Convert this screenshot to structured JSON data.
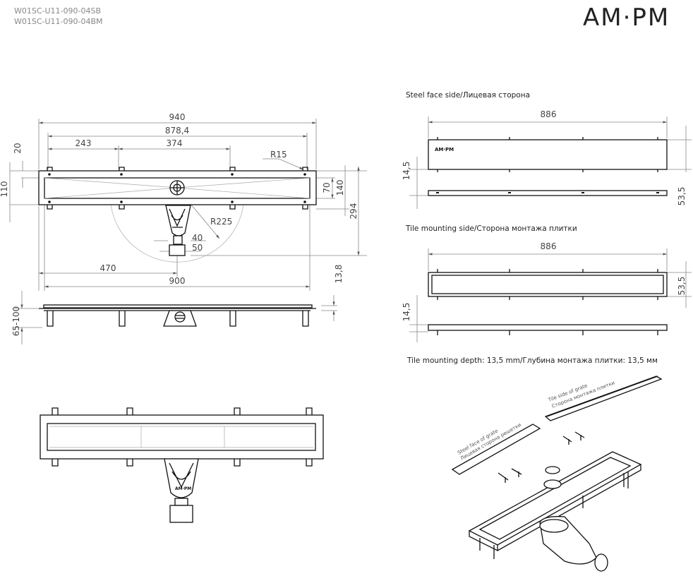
{
  "header": {
    "model_codes": [
      "W01SC-U11-090-04SB",
      "W01SC-U11-090-04BM"
    ],
    "logo_text": "AM·PM"
  },
  "top_view": {
    "dims": {
      "overall_length": "940",
      "hole_spacing": "878,4",
      "left_spacing": "243",
      "mid_spacing": "374",
      "tab_offset": "20",
      "frame_width": "110",
      "tab_radius": "R15",
      "channel_width": "70",
      "tab_span": "140",
      "total_depth": "294",
      "turn_radius": "R225",
      "outlet_inner": "40",
      "outlet_outer": "50",
      "outlet_position": "470",
      "channel_length": "900"
    }
  },
  "side_view": {
    "dims": {
      "flange_height": "13,8",
      "leg_height": "65-100"
    }
  },
  "grate_steel": {
    "title": "Steel face side/Лицевая сторона",
    "length": "886",
    "thickness": "14,5",
    "width": "53,5"
  },
  "grate_tile": {
    "title": "Tile mounting side/Сторона монтажа плитки",
    "length": "886",
    "width": "53,5",
    "thickness": "14,5",
    "depth_note": "Tile mounting depth: 13,5 mm/Глубина монтажа плитки: 13,5 мм"
  },
  "exploded_view": {
    "tile_side_en": "Tile side of grate",
    "tile_side_ru": "Сторона монтажа плитки",
    "steel_face_en": "Steel face of grate",
    "steel_face_ru": "Лицевая сторона решетки"
  }
}
